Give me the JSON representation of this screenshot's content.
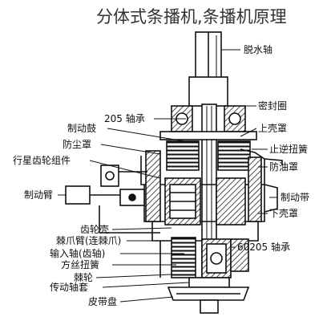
{
  "title": "分体式条播机,条播机原理",
  "labels": {
    "dewatering_shaft": "脱水轴",
    "bearing_205": "205 轴承",
    "seal_ring": "密封圈",
    "brake_drum": "制动鼓",
    "upper_cover": "上壳罩",
    "dust_cover": "防尘罩",
    "stop_spring": "止逆扭簧",
    "planet_gear_assembly": "行星齿轮组件",
    "anti_oil_cover": "防油罩",
    "brake_arm": "制动臂",
    "brake_band": "制动带",
    "lower_cover": "下壳罩",
    "gear_shell": "齿轮壳",
    "ratchet_arm": "棘爪臂(连棘爪)",
    "input_shaft": "输入轴(齿轴)",
    "square_spring": "方丝扭簧",
    "ratchet_wheel": "棘轮",
    "bearing_60205": "60205 轴承",
    "drive_shaft_sleeve": "传动轴套",
    "pulley": "皮带盘"
  },
  "colors": {
    "ink": "#111111",
    "title_text": "#333333",
    "hatch": "#222222",
    "background": "#ffffff"
  }
}
